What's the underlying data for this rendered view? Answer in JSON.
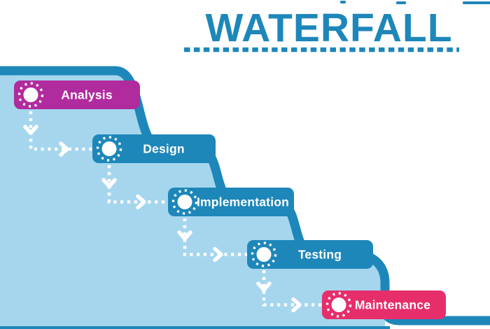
{
  "title": {
    "text": "WATERFALL"
  },
  "stages": [
    {
      "label": "Analysis",
      "color": "#b02b9e",
      "icon": "dotted-circle-icon"
    },
    {
      "label": "Design",
      "color": "#1e87b9",
      "icon": "dotted-circle-icon"
    },
    {
      "label": "Implementation",
      "color": "#1e87b9",
      "icon": "dotted-circle-icon"
    },
    {
      "label": "Testing",
      "color": "#1e87b9",
      "icon": "dotted-circle-icon"
    },
    {
      "label": "Maintenance",
      "color": "#e62e6b",
      "icon": "dotted-circle-icon"
    }
  ],
  "flow": {
    "order": [
      "Analysis",
      "Design",
      "Implementation",
      "Testing",
      "Maintenance"
    ],
    "connector_style": "white-dashed-arrow"
  },
  "colors": {
    "primary_blue": "#1e87b9",
    "light_blue": "#a5d6ee",
    "magenta": "#b02b9e",
    "pink": "#e62e6b",
    "arrow_white": "#ffffff"
  }
}
